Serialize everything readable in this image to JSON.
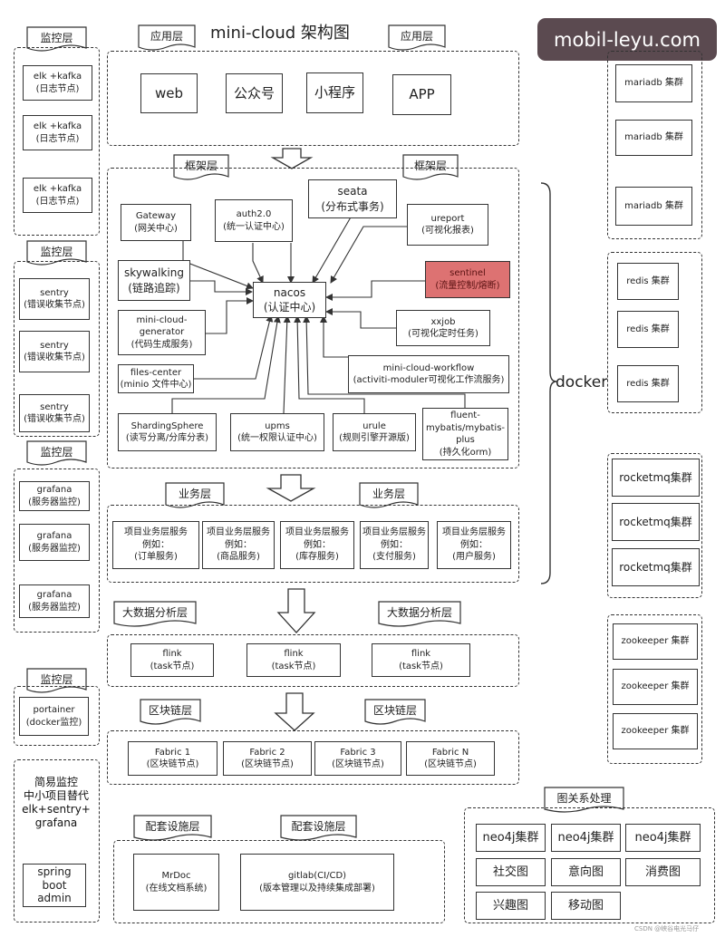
{
  "title": "mini-cloud 架构图",
  "watermark": "mobil-leyu.com",
  "docker_label": "docker",
  "csdn_mark": "CSDN @峡谷电光马仔",
  "flags": {
    "monitor": "监控层",
    "app": "应用层",
    "framework": "框架层",
    "business": "业务层",
    "bigdata": "大数据分析层",
    "blockchain": "区块链层",
    "facility": "配套设施层",
    "graph": "图关系处理"
  },
  "app_layer": [
    "web",
    "公众号",
    "小程序",
    "APP"
  ],
  "framework": {
    "gateway": "Gateway\n(网关中心)",
    "auth": "auth2.0\n(统一认证中心)",
    "seata": "seata\n(分布式事务)",
    "ureport": "ureport\n(可视化报表)",
    "skywalking": "skywalking\n(链路追踪)",
    "sentinel": "sentinel\n(流量控制/熔断)",
    "nacos": "nacos\n(认证中心)",
    "generator": "mini-cloud-\ngenerator\n(代码生成服务)",
    "xxjob": "xxjob\n(可视化定时任务)",
    "files": "files-center\n(minio 文件中心)",
    "workflow": "mini-cloud-workflow\n(activiti-moduler可视化工作流服务)",
    "sharding": "ShardingSphere\n(读写分离/分库分表)",
    "upms": "upms\n(统一权限认证中心)",
    "urule": "urule\n(规则引擎开源版)",
    "fluent": "fluent-\nmybatis/mybatis-\nplus\n(持久化orm)"
  },
  "business": [
    "项目业务层服务\n例如：\n(订单服务)",
    "项目业务层服务\n例如：\n(商品服务)",
    "项目业务层服务\n例如：\n(库存服务)",
    "项目业务层服务\n例如：\n(支付服务)",
    "项目业务层服务\n例如：\n(用户服务)"
  ],
  "bigdata": [
    "flink\n(task节点)",
    "flink\n(task节点)",
    "flink\n(task节点)"
  ],
  "blockchain": [
    "Fabric 1\n(区块链节点)",
    "Fabric 2\n(区块链节点)",
    "Fabric 3\n(区块链节点)",
    "Fabric N\n(区块链节点)"
  ],
  "facility": [
    "MrDoc\n(在线文档系统)",
    "gitlab(CI/CD)\n(版本管理以及持续集成部署)"
  ],
  "monitor": {
    "elk": [
      "elk +kafka\n(日志节点)",
      "elk +kafka\n(日志节点)",
      "elk +kafka\n(日志节点)"
    ],
    "sentry": [
      "sentry\n(错误收集节点)",
      "sentry\n(错误收集节点)",
      "sentry\n(错误收集节点)"
    ],
    "grafana": [
      "grafana\n(服务器监控)",
      "grafana\n(服务器监控)",
      "grafana\n(服务器监控)"
    ],
    "portainer": "portainer\n(docker监控)",
    "simple": "简易监控\n中小项目替代\nelk+sentry+\ngrafana",
    "spring": "spring\nboot\nadmin"
  },
  "clusters": {
    "mariadb": [
      "mariadb 集群",
      "mariadb 集群",
      "mariadb 集群"
    ],
    "redis": [
      "redis 集群",
      "redis 集群",
      "redis 集群"
    ],
    "rocketmq": [
      "rocketmq集群",
      "rocketmq集群",
      "rocketmq集群"
    ],
    "zookeeper": [
      "zookeeper 集群",
      "zookeeper 集群",
      "zookeeper 集群"
    ]
  },
  "graph": {
    "neo4j": [
      "neo4j集群",
      "neo4j集群",
      "neo4j集群"
    ],
    "views": [
      "社交图",
      "意向图",
      "消费图",
      "兴趣图",
      "移动图"
    ]
  }
}
